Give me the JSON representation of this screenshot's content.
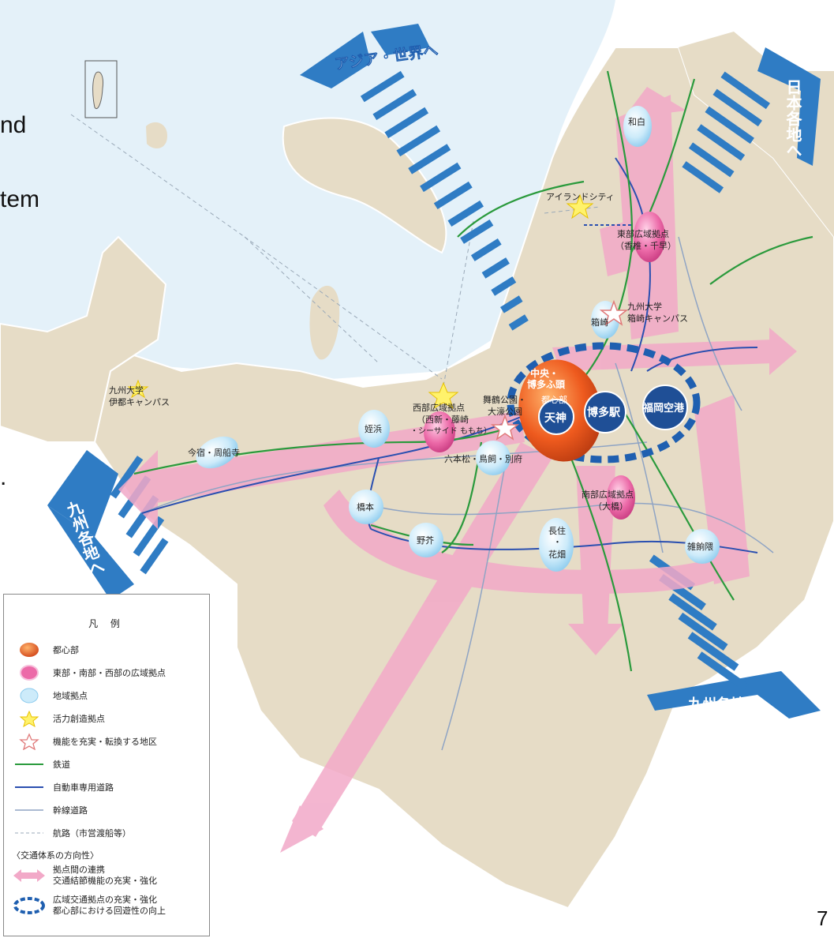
{
  "fragments": {
    "line1": "nd",
    "line2": "tem",
    "line3": "."
  },
  "arrows": {
    "asia": "アジア・世界へ",
    "japan": "日本各地へ",
    "kyushu_west": "九州各地へ",
    "kyushu_south": "九州各地へ"
  },
  "places": {
    "wajiro": "和白",
    "island_city": "アイランドシティ",
    "east_hub": "東部広域拠点",
    "east_hub_sub": "（香椎・千早）",
    "kyudai_hakozaki_1": "九州大学",
    "kyudai_hakozaki_2": "箱崎キャンパス",
    "hakozaki": "箱崎",
    "central_1": "中央・",
    "central_2": "博多ふ頭",
    "toshinbu": "都心部",
    "tenjin": "天神",
    "hakata_station": "博多駅",
    "fukuoka_airport": "福岡空港",
    "maizuru_1": "舞鶴公園・",
    "maizuru_2": "大濠公園",
    "west_hub": "西部広域拠点",
    "west_hub_sub": "（西新・藤崎",
    "west_hub_sub2": "・シーサイド ももち）",
    "meinohama": "姪浜",
    "kyudai_ito_1": "九州大学",
    "kyudai_ito_2": "伊都キャンパス",
    "imajuku": "今宿・周船寺",
    "ropponmatsu": "六本松・鳥飼・別府",
    "hashimoto": "橋本",
    "nokeya": "野芥",
    "nagazumi_1": "長住",
    "nagazumi_2": "・",
    "nagazumi_3": "花畑",
    "south_hub": "南部広域拠点",
    "south_hub_sub": "（大橋）",
    "zasshonokuma": "雑餉隈"
  },
  "legend": {
    "title": "凡 例",
    "items": [
      "都心部",
      "東部・南部・西部の広域拠点",
      "地域拠点",
      "活力創造拠点",
      "機能を充実・転換する地区",
      "鉄道",
      "自動車専用道路",
      "幹線道路",
      "航路（市営渡船等）"
    ],
    "subtitle": "〈交通体系の方向性〉",
    "dir1_line1": "拠点間の連携",
    "dir1_line2": "交通結節機能の充実・強化",
    "dir2_line1": "広域交通拠点の充実・強化",
    "dir2_line2": "都心部における回遊性の向上"
  },
  "page_number": "7",
  "colors": {
    "sea": "#e4f1f9",
    "land": "#e6dcc6",
    "arrow_blue": "#2f7cc4",
    "pink": "#f2a9c8",
    "rail": "#2a9a3c",
    "expressway": "#2a4fb0",
    "arterial": "#8fa4c4",
    "core": "#e85a20",
    "hub": "#e84b94",
    "local": "#bfe3f6"
  }
}
